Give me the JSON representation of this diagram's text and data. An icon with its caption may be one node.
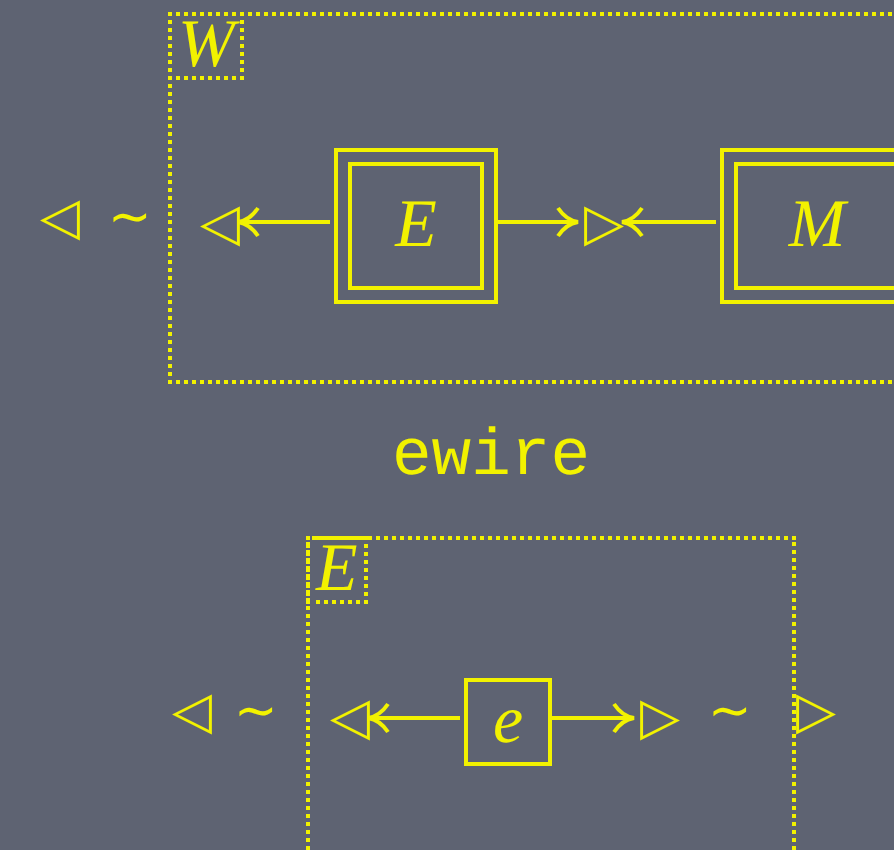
{
  "diagram": {
    "nodes": [
      {
        "text": [
          "W"
        ]
      },
      {
        "text": [
          "E"
        ],
        "in": 0
      },
      {
        "text": [
          "M"
        ],
        "in": 0
      },
      {
        "text": [
          "E"
        ]
      },
      {
        "text": [
          "e"
        ],
        "in": 3
      },
      {
        "text": [
          "◁"
        ],
        "in": 0
      },
      {
        "text": [
          "▷"
        ],
        "in": 0
      },
      {
        "text": [
          "◁"
        ],
        "in": 3
      },
      {
        "text": [
          "▷"
        ],
        "in": 3
      }
    ],
    "edges": [
      {
        "from": 1,
        "to": 5,
        "arrow": "to"
      },
      {
        "from": 1,
        "to": 6,
        "arrow": "to"
      },
      {
        "from": 2,
        "to": 6,
        "arrow": "to"
      },
      {
        "from": 4,
        "to": 7,
        "arrow": "to"
      },
      {
        "from": 4,
        "to": 8,
        "arrow": "to"
      }
    ],
    "labels": [
      "◁",
      "∼",
      "ewire",
      "◁",
      "∼",
      "∼",
      "▷"
    ]
  }
}
